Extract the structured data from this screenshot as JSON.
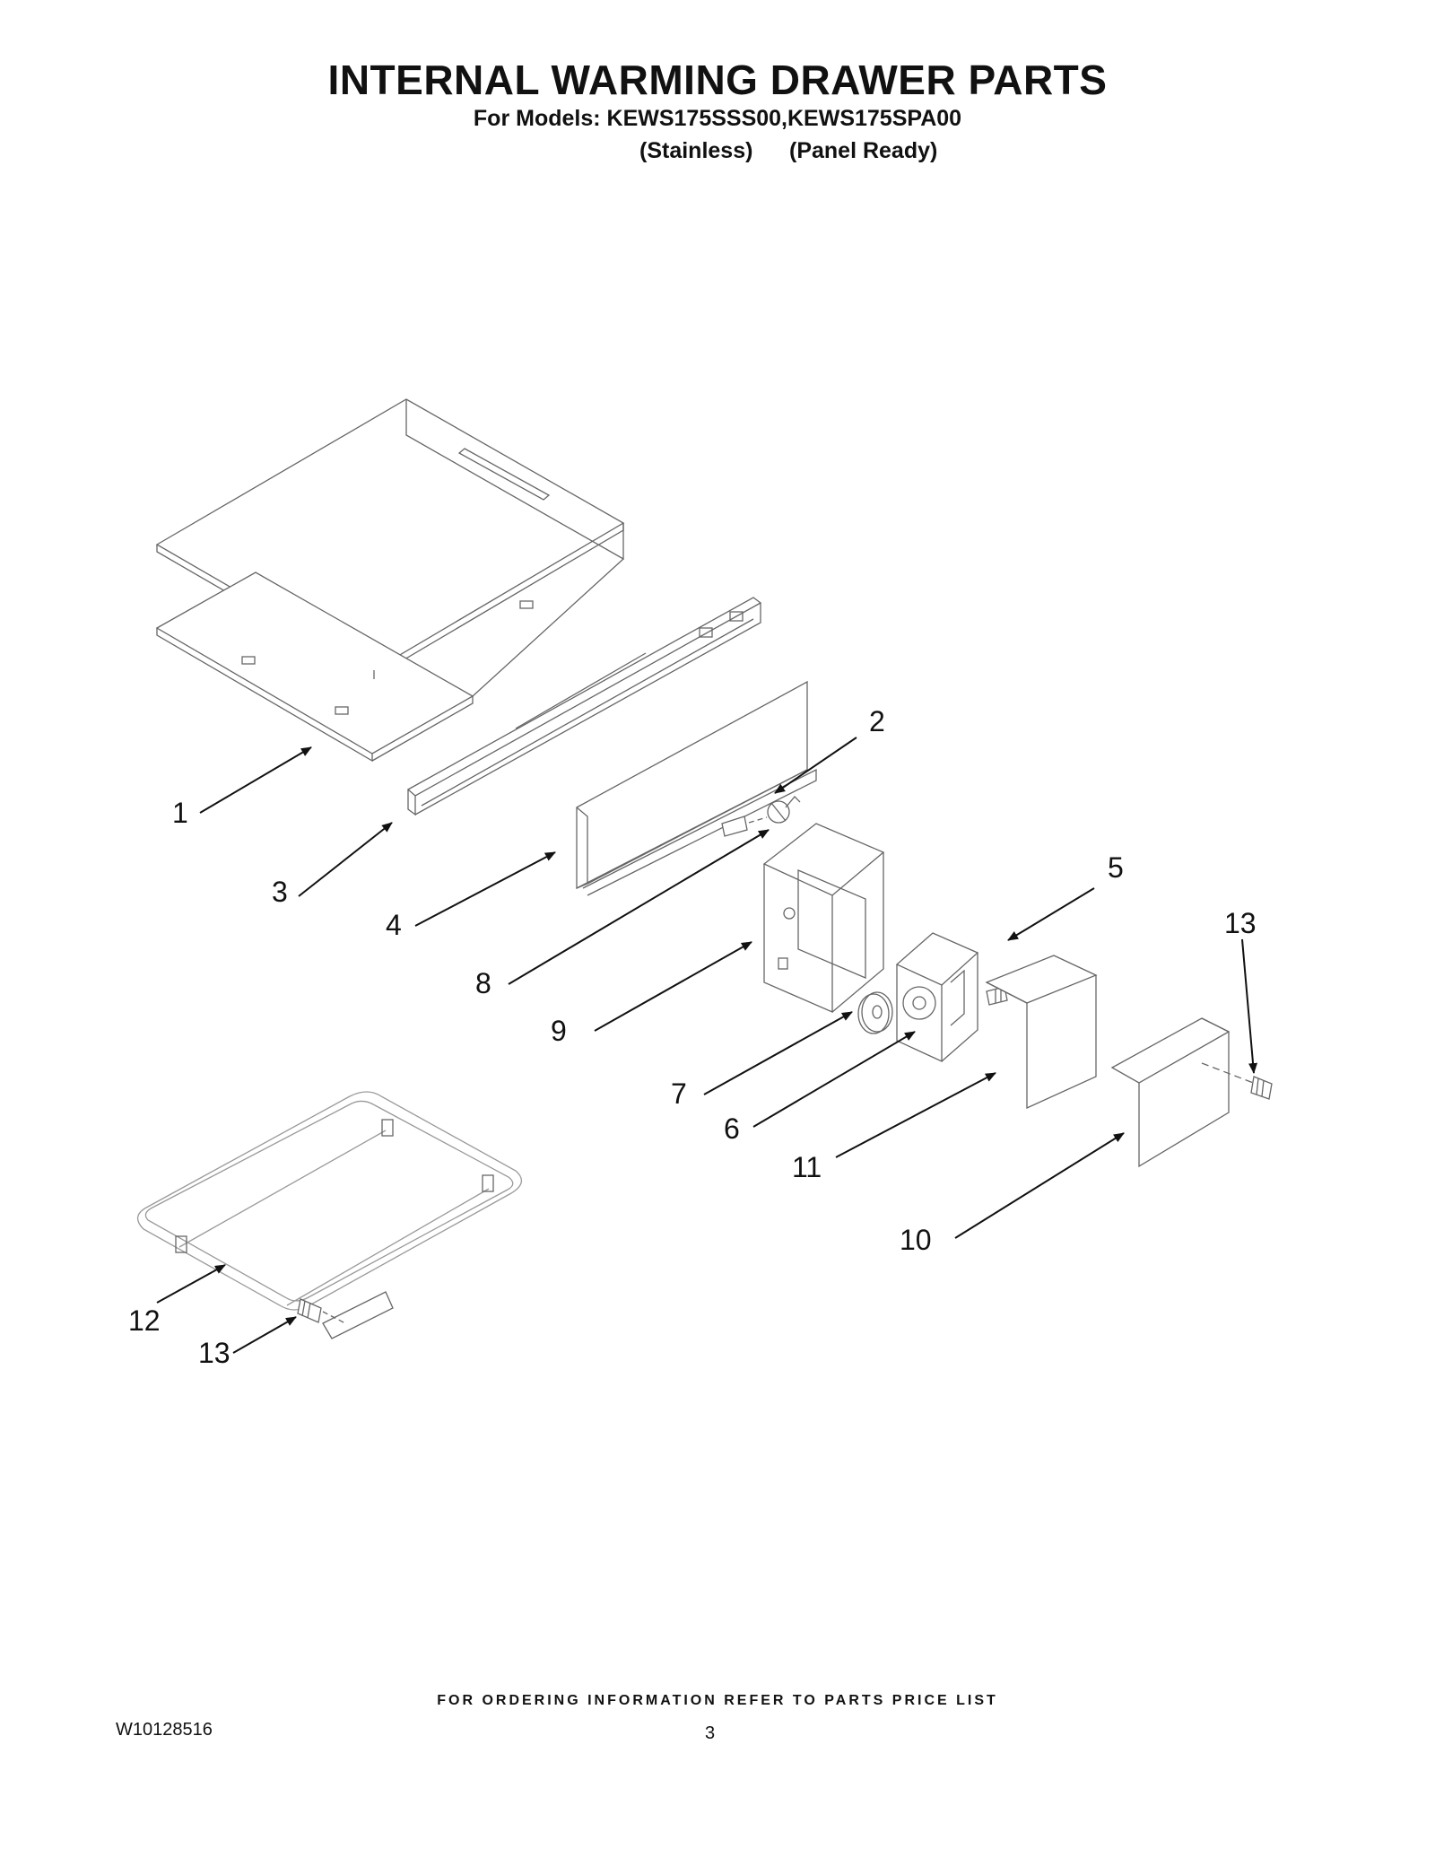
{
  "header": {
    "title": "INTERNAL WARMING DRAWER PARTS",
    "models": "For Models: KEWS175SSS00,KEWS175SPA00",
    "variant_1": "(Stainless)",
    "variant_2": "(Panel Ready)"
  },
  "parts": [
    {
      "id": "part-1",
      "label": "1",
      "icon": "drawer-shell"
    },
    {
      "id": "part-2",
      "label": "2",
      "icon": "thermostat"
    },
    {
      "id": "part-3",
      "label": "3",
      "icon": "drawer-slide"
    },
    {
      "id": "part-4",
      "label": "4",
      "icon": "rear-panel"
    },
    {
      "id": "part-5",
      "label": "5",
      "icon": "screw"
    },
    {
      "id": "part-6",
      "label": "6",
      "icon": "control-switch"
    },
    {
      "id": "part-7",
      "label": "7",
      "icon": "knob-plate"
    },
    {
      "id": "part-8",
      "label": "8",
      "icon": "thermostat"
    },
    {
      "id": "part-9",
      "label": "9",
      "icon": "control-housing"
    },
    {
      "id": "part-10",
      "label": "10",
      "icon": "cover-bracket"
    },
    {
      "id": "part-11",
      "label": "11",
      "icon": "insulation"
    },
    {
      "id": "part-12",
      "label": "12",
      "icon": "heating-element"
    },
    {
      "id": "part-13a",
      "label": "13",
      "icon": "screw"
    },
    {
      "id": "part-13b",
      "label": "13",
      "icon": "screw"
    }
  ],
  "footer": {
    "note": "FOR ORDERING INFORMATION REFER TO PARTS PRICE LIST",
    "doc_number": "W10128516",
    "page_number": "3"
  }
}
